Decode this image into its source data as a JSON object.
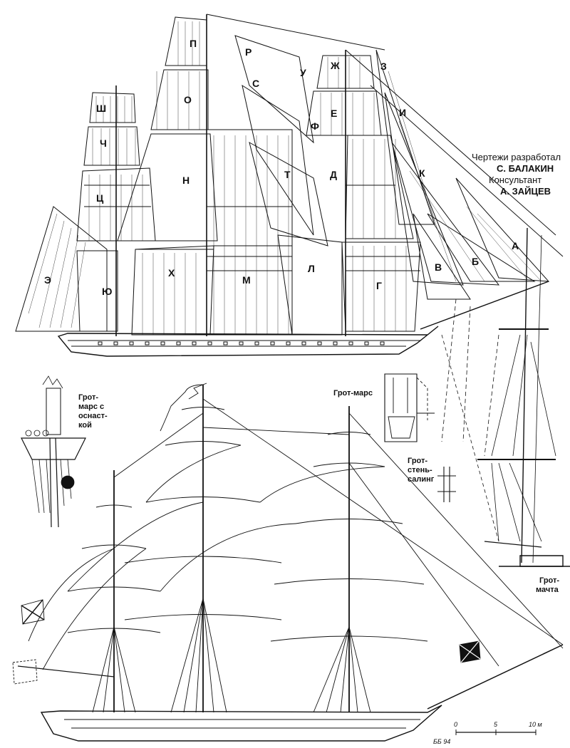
{
  "credits": {
    "line1": "Чертежи разработал",
    "line2": "С. БАЛАКИН",
    "line3": "Консультант",
    "line4": "А. ЗАЙЦЕВ"
  },
  "sail_labels": [
    {
      "id": "sh",
      "text": "Ш"
    },
    {
      "id": "ch",
      "text": "Ч"
    },
    {
      "id": "ts",
      "text": "Ц"
    },
    {
      "id": "e_rev",
      "text": "Э"
    },
    {
      "id": "yu",
      "text": "Ю"
    },
    {
      "id": "kh",
      "text": "Х"
    },
    {
      "id": "p",
      "text": "П"
    },
    {
      "id": "o",
      "text": "О"
    },
    {
      "id": "n",
      "text": "Н"
    },
    {
      "id": "m",
      "text": "М"
    },
    {
      "id": "r",
      "text": "Р"
    },
    {
      "id": "s",
      "text": "С"
    },
    {
      "id": "t",
      "text": "Т"
    },
    {
      "id": "l",
      "text": "Л"
    },
    {
      "id": "u",
      "text": "У"
    },
    {
      "id": "f",
      "text": "Ф"
    },
    {
      "id": "zh",
      "text": "Ж"
    },
    {
      "id": "e",
      "text": "Е"
    },
    {
      "id": "d",
      "text": "Д"
    },
    {
      "id": "g",
      "text": "Г"
    },
    {
      "id": "z",
      "text": "З"
    },
    {
      "id": "i",
      "text": "И"
    },
    {
      "id": "k",
      "text": "К"
    },
    {
      "id": "v",
      "text": "В"
    },
    {
      "id": "b",
      "text": "Б"
    },
    {
      "id": "a",
      "text": "А"
    }
  ],
  "callouts": {
    "grot_mars_osn_1": "Грот-",
    "grot_mars_osn_2": "марс с",
    "grot_mars_osn_3": "оснаст-",
    "grot_mars_osn_4": "кой",
    "grot_mars": "Грот-марс",
    "grot_sten_1": "Грот-",
    "grot_sten_2": "стень-",
    "grot_sten_3": "салинг",
    "grot_machta_1": "Грот-",
    "grot_machta_2": "мачта"
  },
  "scale_bar": {
    "tick0": "0",
    "tick5": "5",
    "tick10": "10 м"
  },
  "signature": "ББ 94",
  "colors": {
    "ink": "#111111",
    "paper": "#ffffff"
  }
}
